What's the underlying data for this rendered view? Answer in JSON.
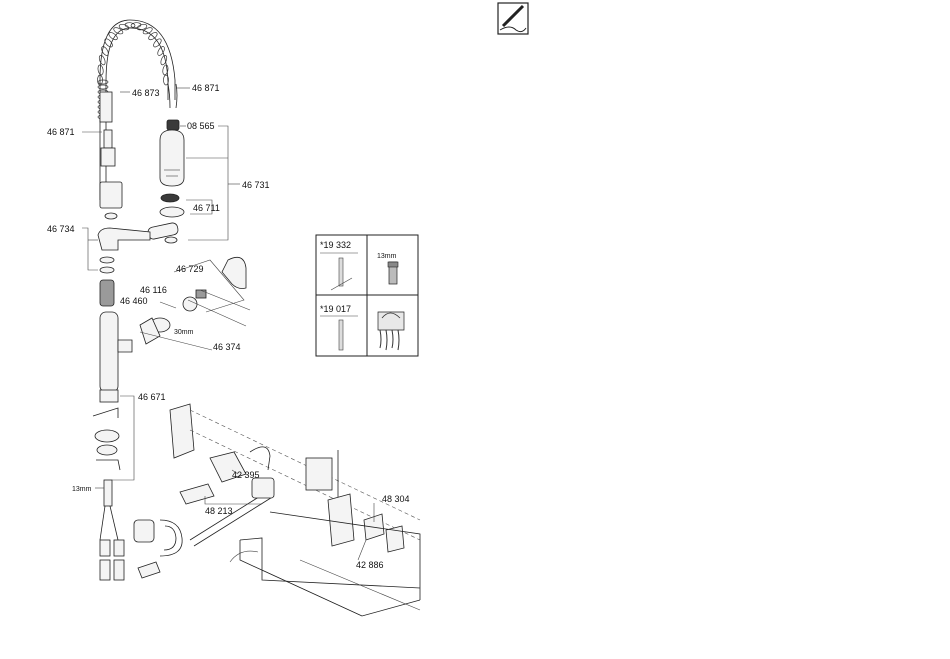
{
  "labels": {
    "spring_top": "46 871",
    "spring_side": "46 873",
    "hose_left": "46 871",
    "sprayhead_connector": "08 565",
    "sprayhead": "46 731",
    "sprayhead_parts": "46 711",
    "spout": "46 734",
    "lever": "46 729",
    "cartridge_screw": "46 116",
    "cartridge": "46 460",
    "cartridge_size": "30mm",
    "cartridge_set": "46 374",
    "mounting_set": "46 671",
    "hose_size": "13mm",
    "control_unit": "42 395",
    "battery_set": "48 213",
    "sensor_bracket": "48 304",
    "power_unit": "42 886"
  },
  "tools": {
    "tool_a_code": "*19 332",
    "socket_size": "13mm",
    "tool_b_code": "*19 017"
  },
  "icons": {
    "notes_icon": "pencil-notepad-icon",
    "grease_icon": "grease-tube-icon"
  }
}
